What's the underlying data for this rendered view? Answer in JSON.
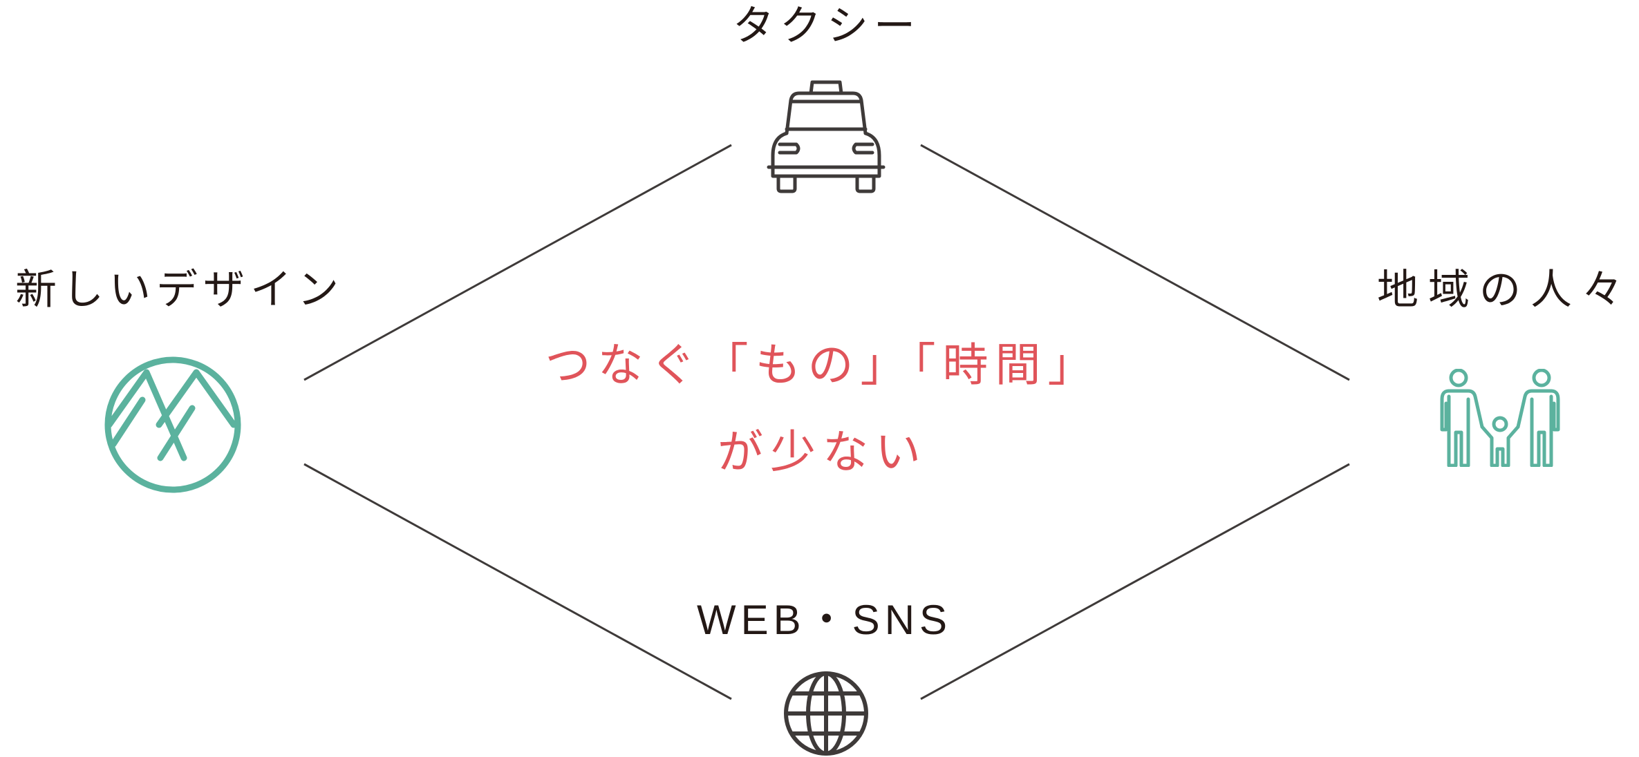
{
  "nodes": {
    "top": {
      "label": "タクシー",
      "icon": "taxi-icon"
    },
    "left": {
      "label": "新しいデザイン",
      "icon": "mountain-logo-icon"
    },
    "right": {
      "label": "地域の人々",
      "icon": "family-icon"
    },
    "bottom": {
      "label": "WEB・SNS",
      "icon": "globe-icon"
    }
  },
  "center": {
    "line1": "つなぐ「もの」「時間」",
    "line2": "が少ない"
  },
  "colors": {
    "text": "#231815",
    "accent_red": "#e0545a",
    "accent_teal": "#5bb29e",
    "icon_dark": "#3e3a39",
    "line": "#3e3a39"
  }
}
